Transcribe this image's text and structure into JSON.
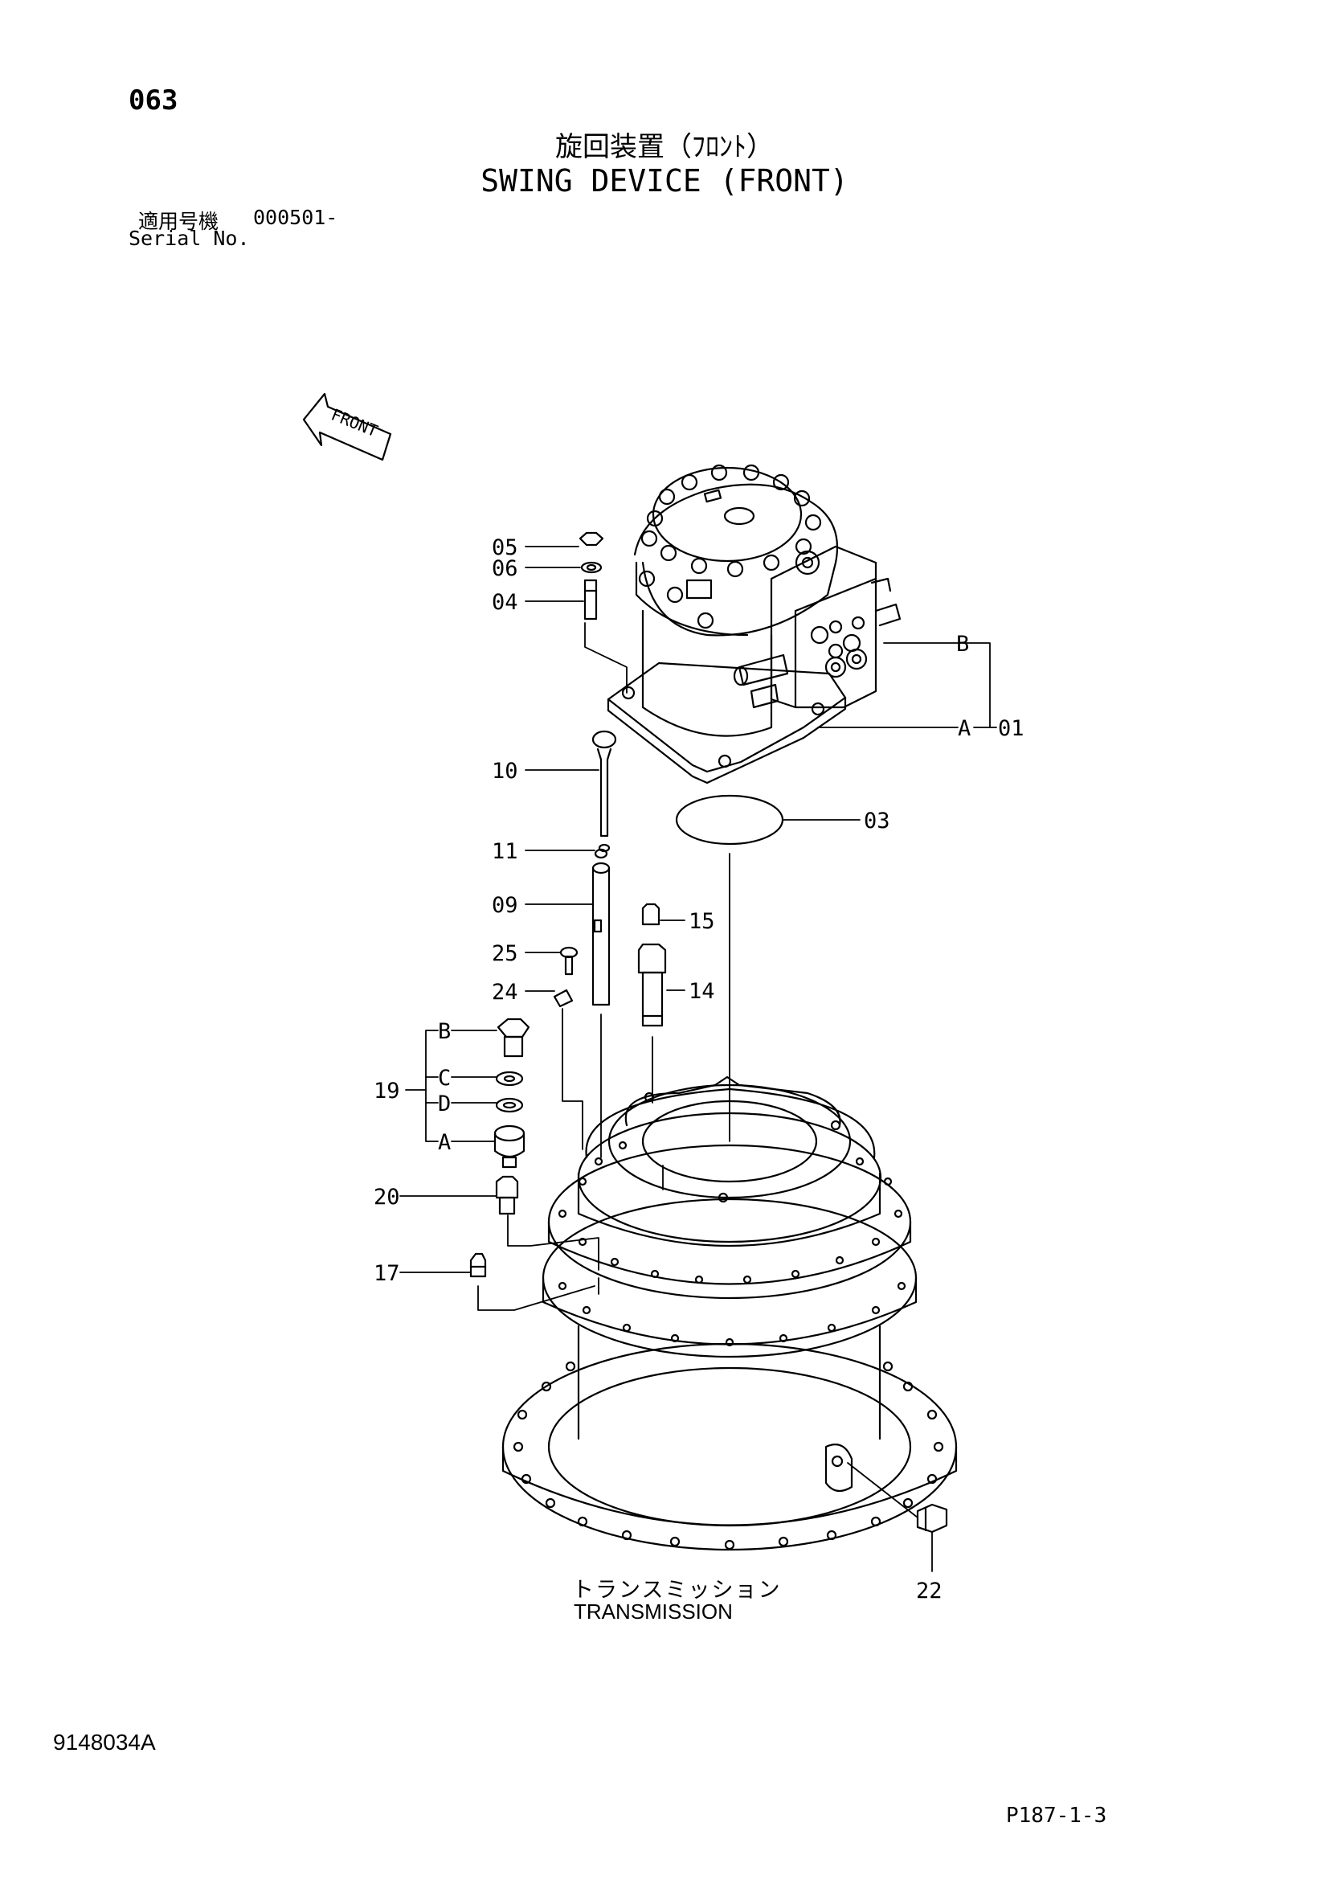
{
  "header": {
    "page_number": "063",
    "title_jp": "旋回装置（ﾌﾛﾝﾄ）",
    "title_en": "SWING DEVICE (FRONT)",
    "serial_label_jp": "適用号機",
    "serial_value": "000501-",
    "serial_label_en": "Serial No."
  },
  "front_arrow": {
    "label": "FRONT"
  },
  "callouts": [
    {
      "id": "05",
      "label": "05"
    },
    {
      "id": "06",
      "label": "06"
    },
    {
      "id": "04",
      "label": "04"
    },
    {
      "id": "B-01",
      "label": "B"
    },
    {
      "id": "A-01",
      "label": "A"
    },
    {
      "id": "01",
      "label": "01"
    },
    {
      "id": "10",
      "label": "10"
    },
    {
      "id": "03",
      "label": "03"
    },
    {
      "id": "11",
      "label": "11"
    },
    {
      "id": "09",
      "label": "09"
    },
    {
      "id": "15",
      "label": "15"
    },
    {
      "id": "25",
      "label": "25"
    },
    {
      "id": "14",
      "label": "14"
    },
    {
      "id": "24",
      "label": "24"
    },
    {
      "id": "B-19",
      "label": "B"
    },
    {
      "id": "C-19",
      "label": "C"
    },
    {
      "id": "19",
      "label": "19"
    },
    {
      "id": "D-19",
      "label": "D"
    },
    {
      "id": "A-19",
      "label": "A"
    },
    {
      "id": "20",
      "label": "20"
    },
    {
      "id": "17",
      "label": "17"
    },
    {
      "id": "22",
      "label": "22"
    }
  ],
  "transmission": {
    "label_jp": "トランスミッション",
    "label_en": "TRANSMISSION"
  },
  "footer": {
    "drawing_number": "9148034A",
    "page_reference": "P187-1-3"
  }
}
